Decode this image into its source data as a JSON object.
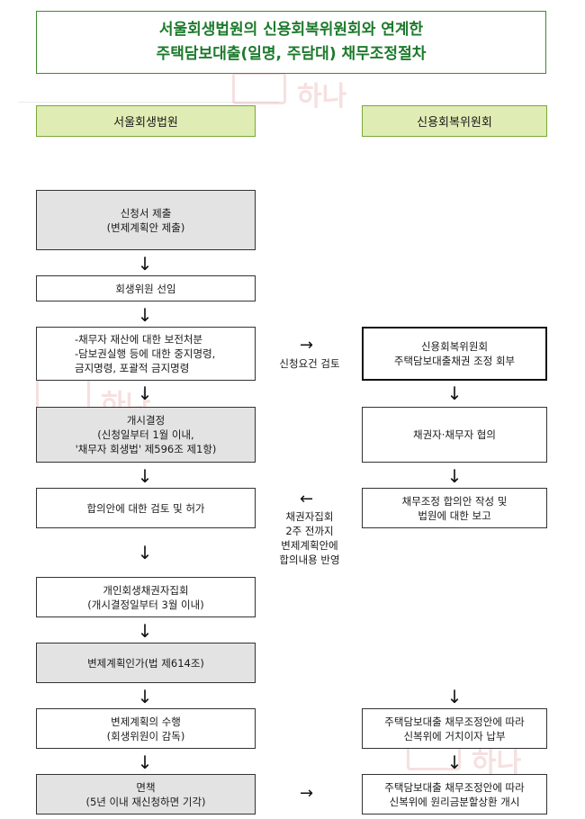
{
  "title": {
    "line1": "서울회생법원의 신용회복위원회와 연계한",
    "line2": "주택담보대출(일명, 주담대) 채무조정절차"
  },
  "headers": {
    "left": "서울회생법원",
    "right": "신용회복위원회"
  },
  "left_steps": [
    {
      "lines": [
        "신청서 제출",
        "(변제계획안 제출)"
      ]
    },
    {
      "lines": [
        "회생위원 선임"
      ]
    },
    {
      "lines": [
        "-채무자 재산에 대한 보전처분",
        "-담보권실행 등에 대한 중지명령,",
        "금지명령, 포괄적 금지명령"
      ]
    },
    {
      "lines": [
        "개시결정",
        "(신청일부터 1월 이내,",
        "'채무자 회생법' 제596조 제1항)"
      ]
    },
    {
      "lines": [
        "합의안에 대한 검토 및 허가"
      ]
    },
    {
      "lines": [
        "개인회생채권자집회",
        "(개시결정일부터 3월 이내)"
      ]
    },
    {
      "lines": [
        "변제계획인가(법 제614조)"
      ]
    },
    {
      "lines": [
        "변제계획의 수행",
        "(회생위원이 감독)"
      ]
    },
    {
      "lines": [
        "면책",
        "(5년 이내 재신청하면 기각)"
      ]
    }
  ],
  "right_steps": [
    {
      "lines": [
        "신용회복위원회",
        "주택담보대출채권 조정 회부"
      ]
    },
    {
      "lines": [
        "채권자·채무자 협의"
      ]
    },
    {
      "lines": [
        "채무조정 합의안 작성 및",
        "법원에 대한 보고"
      ]
    },
    {
      "lines": [
        "주택담보대출 채무조정안에 따라",
        "신복위에 거치이자 납부"
      ]
    },
    {
      "lines": [
        "주택담보대출 채무조정안에 따라",
        "신복위에 원리금분할상환 개시"
      ]
    }
  ],
  "side_notes": {
    "review": "신청요건 검토",
    "creditors": [
      "채권자집회",
      "2주 전까지",
      "변제계획안에",
      "합의내용 반영"
    ]
  },
  "arrows": {
    "down": "↓",
    "right": "→",
    "left": "←"
  },
  "watermark": {
    "text": "하나"
  }
}
